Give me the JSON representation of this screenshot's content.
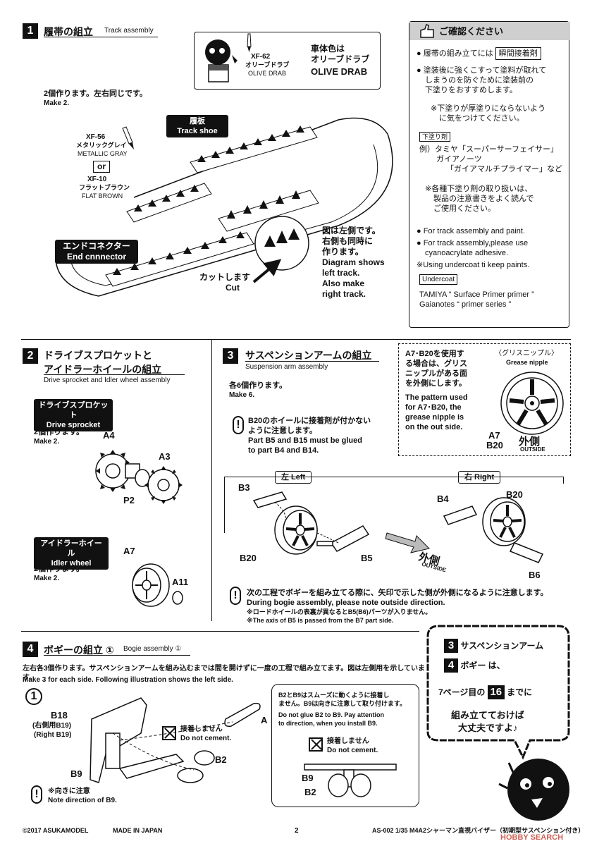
{
  "step1": {
    "num": "1",
    "title_jp": "履帯の組立",
    "title_en": "Track assembly",
    "paint": {
      "code": "XF-62",
      "jp": "オリーブドラブ",
      "en": "OLIVE DRAB"
    },
    "body_color": {
      "jp1": "車体色は",
      "jp2": "オリーブドラブ",
      "en": "OLIVE DRAB"
    },
    "make_jp": "2個作ります。左右同じです。",
    "make_en": "Make 2.",
    "track_shoe_jp": "履板",
    "track_shoe_en": "Track shoe",
    "paint_a": {
      "code": "XF-56",
      "jp": "メタリックグレイ",
      "en": "METALLIC GRAY"
    },
    "or": "or",
    "paint_b": {
      "code": "XF-10",
      "jp": "フラットブラウン",
      "en": "FLAT BROWN"
    },
    "end_conn_jp": "エンドコネクター",
    "end_conn_en": "End cnnnector",
    "cut_jp": "カットします",
    "cut_en": "Cut",
    "diag_jp1": "図は左側です。",
    "diag_jp2": "右側も同時に",
    "diag_jp3": "作ります。",
    "diag_en1": "Diagram shows",
    "diag_en2": "left track.",
    "diag_en3": "Also make",
    "diag_en4": "right track."
  },
  "check": {
    "title": "ご確認ください",
    "b1_jp_a": "履帯の組み立てには",
    "b1_jp_box": "瞬間接着剤",
    "b2_jp1": "塗装後に強くこすって塗料が取れて",
    "b2_jp2": "しまうのを防ぐために塗装前の",
    "b2_jp3": "下塗りをおすすめします。",
    "note_jp1": "※下塗りが厚塗りにならないよう",
    "note_jp2": "に気をつけてください。",
    "undercoat_jp": "下塗り剤",
    "ex1": "例）タミヤ「スーパーサーフェイサー」",
    "ex2": "ガイアノーツ",
    "ex3": "「ガイアマルチプライマー」など",
    "care1": "※各種下塗り剤の取り扱いは、",
    "care2": "製品の注意書きをよく読んで",
    "care3": "ご使用ください。",
    "en1": "For track assembly and paint.",
    "en2a": "For track assembly,please use",
    "en2b": "cyanoacrylate adhesive.",
    "en3": "※Using undercoat ti keep paints.",
    "undercoat_en": "Undercoat",
    "prod1": "TAMIYA “ Surface Primer primer ”",
    "prod2": "Gaianotes “ primer series ”"
  },
  "step2": {
    "num": "2",
    "title_jp1": "ドライブスプロケットと",
    "title_jp2": "アイドラーホイールの組立",
    "title_en": "Drive sprocket and Idler wheel assembly",
    "drive_jp": "ドライブスプロケット",
    "drive_en": "Drive sprocket",
    "make_jp": "2個作ります。",
    "make_en": "Make 2.",
    "a4": "A4",
    "a3": "A3",
    "p2": "P2",
    "idler_jp": "アイドラーホイール",
    "idler_en": "Idler wheel",
    "make2_jp": "2個作ります。",
    "make2_en": "Make 2.",
    "a7": "A7",
    "a11": "A11"
  },
  "step3": {
    "num": "3",
    "title_jp": "サスペンションアームの組立",
    "title_en": "Suspension arm assembly",
    "make_jp": "各6個作ります。",
    "make_en": "Make 6.",
    "warn_jp1": "B20のホイールに接着剤が付かない",
    "warn_jp2": "ように注意します。",
    "warn_en1": "Part B5 and B15 must be glued",
    "warn_en2": "to part B4 and B14.",
    "pat_jp1": "A7･B20を使用す",
    "pat_jp2": "る場合は、グリス",
    "pat_jp3": "ニップルがある面",
    "pat_jp4": "を外側にします。",
    "pat_en1": "The pattern used",
    "pat_en2": "for A7･B20, the",
    "pat_en3": "grease nipple is",
    "pat_en4": "on the out side.",
    "nipple_jp": "〈グリスニップル〉",
    "nipple_en": "Grease nipple",
    "a7": "A7",
    "b20": "B20",
    "outside_jp": "外側",
    "outside_en": "OUTSIDE",
    "left": "左 Left",
    "right": "右 Right",
    "b3": "B3",
    "b20l": "B20",
    "b5": "B5",
    "b4": "B4",
    "b20r": "B20",
    "b6": "B6",
    "note_jp": "次の工程でボギーを組み立てる際に、矢印で示した側が外側になるように注意します。",
    "note_en": "During bogie assembly, please note outside direction.",
    "note_jp2": "※ロードホイールの表裏が異なるとB5(B6)パーツが入りません。",
    "note_en2": "※The axis of B5 is passed from the B7 part side."
  },
  "step4": {
    "num": "4",
    "title_jp": "ボギーの組立 ①",
    "title_en": "Bogie assembly ①",
    "desc_jp": "左右各3個作ります。サスペンションアームを組み込むまでは間を開けずに一度の工程で組み立てます。図は左側用を示しています。",
    "desc_en": "Make 3 for each side. Following illustration shows the left side.",
    "circle": "1",
    "b18": "B18",
    "b18_jp": "(右側用B19)",
    "b18_en": "(Right B19)",
    "a": "A",
    "nocement_jp": "接着しません",
    "nocement_en": "Do not cement.",
    "b2": "B2",
    "b9": "B9",
    "dir_jp": "※向きに注意",
    "dir_en": "Note direction of B9.",
    "box_jp1": "B2とB9はスムーズに動くように接着し",
    "box_jp2": "ません。B9は向きに注意して取り付けます。",
    "box_en1": "Do not glue B2 to B9. Pay attention",
    "box_en2": "to direction, when you install B9.",
    "nocement2_jp": "接着しません",
    "nocement2_en": "Do not cement.",
    "b9b": "B9",
    "b2b": "B2"
  },
  "bubble": {
    "n3": "3",
    "l1": "サスペンションアーム",
    "n4": "4",
    "l2": "ボギー は、",
    "l3a": "7ページ目の",
    "n16": "16",
    "l3b": "までに",
    "l4": "組み立てておけば",
    "l5": "大丈夫ですよ♪"
  },
  "footer": {
    "copy": "©2017 ASUKAMODEL",
    "made": "MADE IN JAPAN",
    "page": "2",
    "code": "AS-002 1/35 M4A2シャーマン直視バイザー（初期型サスペンション付き）",
    "watermark": "HOBBY SEARCH"
  }
}
